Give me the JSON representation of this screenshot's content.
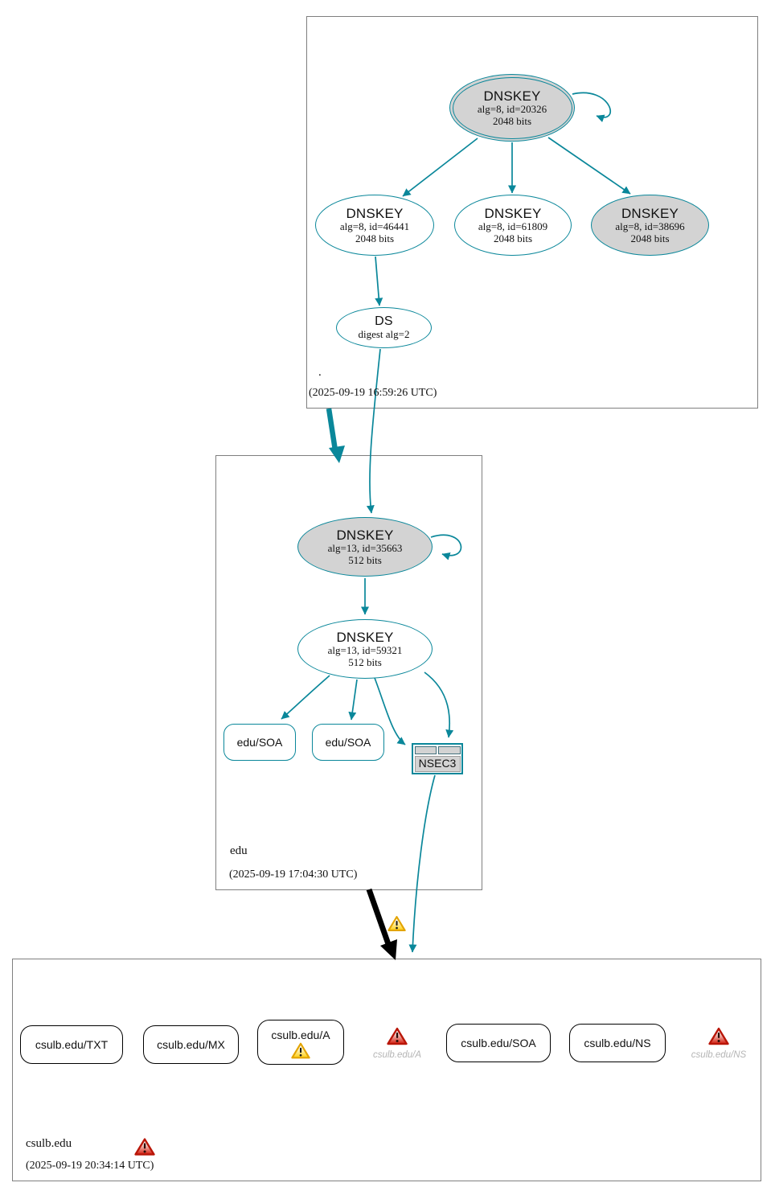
{
  "title": "DNSSEC authentication chain diagram",
  "colors": {
    "secure_accent": "#0a879a",
    "insecure_accent": "#000000",
    "warning": "#f0b400",
    "error": "#d5291b",
    "key_fill": "#d3d3d3"
  },
  "icons": {
    "warning": "yellow-triangle-exclamation",
    "error": "red-triangle-exclamation"
  },
  "root_zone": {
    "name": ".",
    "timestamp": "(2025-09-19 16:59:26 UTC)",
    "ksk": {
      "title": "DNSKEY",
      "alg": "alg=8, id=20326",
      "bits": "2048 bits"
    },
    "zsk_46441": {
      "title": "DNSKEY",
      "alg": "alg=8, id=46441",
      "bits": "2048 bits"
    },
    "zsk_61809": {
      "title": "DNSKEY",
      "alg": "alg=8, id=61809",
      "bits": "2048 bits"
    },
    "ksk_38696": {
      "title": "DNSKEY",
      "alg": "alg=8, id=38696",
      "bits": "2048 bits"
    },
    "ds": {
      "title": "DS",
      "digest": "digest alg=2"
    }
  },
  "edu_zone": {
    "name": "edu",
    "timestamp": "(2025-09-19 17:04:30 UTC)",
    "ksk": {
      "title": "DNSKEY",
      "alg": "alg=13, id=35663",
      "bits": "512 bits"
    },
    "zsk": {
      "title": "DNSKEY",
      "alg": "alg=13, id=59321",
      "bits": "512 bits"
    },
    "soa_1": {
      "label": "edu/SOA"
    },
    "soa_2": {
      "label": "edu/SOA"
    },
    "nsec3": {
      "label": "NSEC3"
    }
  },
  "csulb_zone": {
    "name": "csulb.edu",
    "timestamp": "(2025-09-19 20:34:14 UTC)",
    "txt": {
      "label": "csulb.edu/TXT"
    },
    "mx": {
      "label": "csulb.edu/MX"
    },
    "a": {
      "label": "csulb.edu/A"
    },
    "a_error": {
      "label": "csulb.edu/A"
    },
    "soa": {
      "label": "csulb.edu/SOA"
    },
    "ns": {
      "label": "csulb.edu/NS"
    },
    "ns_error": {
      "label": "csulb.edu/NS"
    }
  }
}
